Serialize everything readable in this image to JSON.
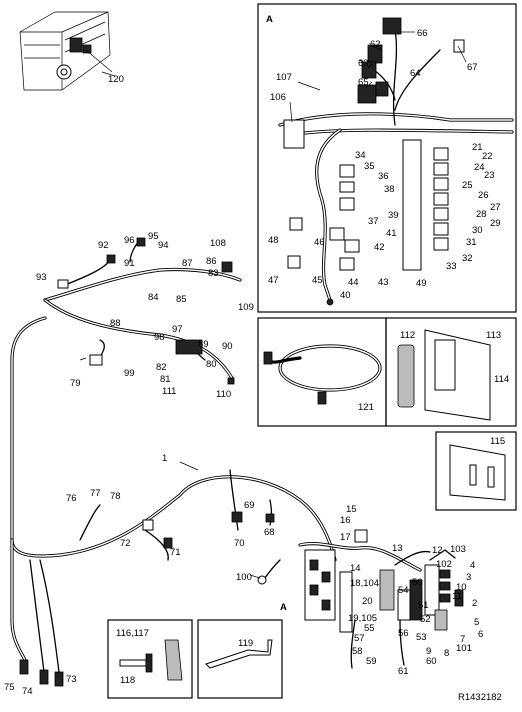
{
  "drawing_id": "R1432182",
  "detail_label": "A",
  "callouts": {
    "c1": "1",
    "c2": "2",
    "c3": "3",
    "c4": "4",
    "c5": "5",
    "c6": "6",
    "c7": "7",
    "c8": "8",
    "c9": "9",
    "c10": "10",
    "c11": "11",
    "c12": "12",
    "c13": "13",
    "c14": "14",
    "c15": "15",
    "c16": "16",
    "c17": "17",
    "c18_104": "18,104",
    "c19_105": "19,105",
    "c20": "20",
    "c21": "21",
    "c22": "22",
    "c23": "23",
    "c24": "24",
    "c25": "25",
    "c26": "26",
    "c27": "27",
    "c28": "28",
    "c29": "29",
    "c30": "30",
    "c31": "31",
    "c32": "32",
    "c33": "33",
    "c34": "34",
    "c35": "35",
    "c36": "36",
    "c37": "37",
    "c38": "38",
    "c39": "39",
    "c40": "40",
    "c41": "41",
    "c42": "42",
    "c43": "43",
    "c44": "44",
    "c45": "45",
    "c46": "46",
    "c47": "47",
    "c48": "48",
    "c49": "49",
    "c50": "50",
    "c51": "51",
    "c52": "52",
    "c53": "53",
    "c54": "54",
    "c55": "55",
    "c56": "56",
    "c57": "57",
    "c58": "58",
    "c59": "59",
    "c60": "60",
    "c61": "61",
    "c62": "62",
    "c63": "63",
    "c64": "64",
    "c65": "65",
    "c66": "66",
    "c67": "67",
    "c68": "68",
    "c69": "69",
    "c70": "70",
    "c71": "71",
    "c72": "72",
    "c73": "73",
    "c74": "74",
    "c75": "75",
    "c76": "76",
    "c77": "77",
    "c78": "78",
    "c79": "79",
    "c80": "80",
    "c81": "81",
    "c82": "82",
    "c83": "83",
    "c84": "84",
    "c85": "85",
    "c86": "86",
    "c87": "87",
    "c88": "88",
    "c89": "89",
    "c90": "90",
    "c91": "91",
    "c92": "92",
    "c93": "93",
    "c94": "94",
    "c95": "95",
    "c96": "96",
    "c97": "97",
    "c98": "98",
    "c99": "99",
    "c100": "100",
    "c101": "101",
    "c102": "102",
    "c103": "103",
    "c106": "106",
    "c107": "107",
    "c108": "108",
    "c109": "109",
    "c110": "110",
    "c111": "111",
    "c112": "112",
    "c113": "113",
    "c114": "114",
    "c115": "115",
    "c116_117": "116,117",
    "c118": "118",
    "c119": "119",
    "c120": "120",
    "c121": "121"
  }
}
